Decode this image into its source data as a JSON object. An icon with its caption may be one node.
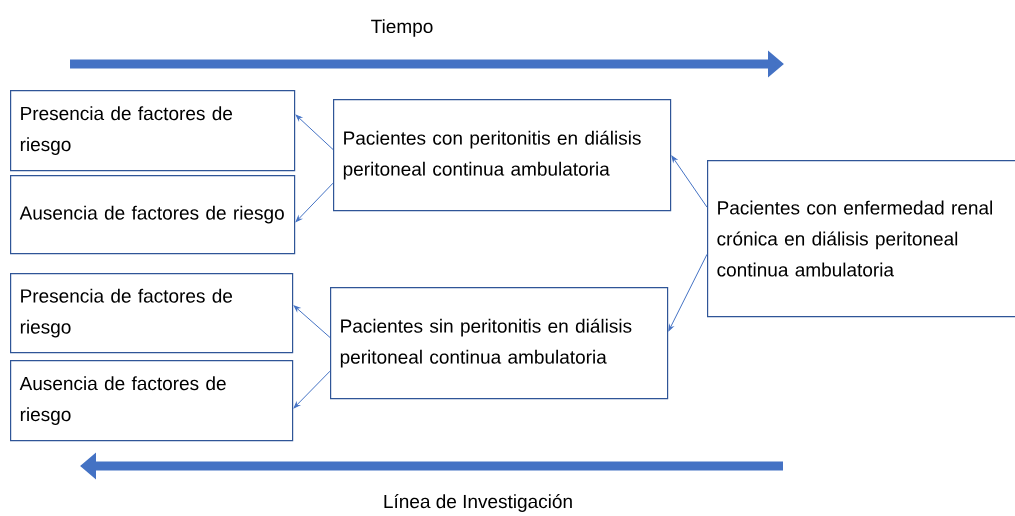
{
  "diagram": {
    "nodes": [
      {
        "text": [
          "Presencia de factores de riesgo"
        ]
      },
      {
        "text": [
          "Ausencia de factores de riesgo"
        ]
      },
      {
        "text": [
          "Pacientes con peritonitis en diálisis peritoneal continua ambulatoria"
        ]
      },
      {
        "text": [
          "Pacientes con enfermedad renal crónica en diálisis peritoneal continua ambulatoria"
        ]
      },
      {
        "text": [
          "Presencia de factores de riesgo"
        ]
      },
      {
        "text": [
          "Ausencia de factores de riesgo"
        ]
      },
      {
        "text": [
          "Pacientes sin peritonitis en diálisis peritoneal continua ambulatoria"
        ]
      }
    ],
    "edges": [
      {
        "from": 3,
        "to": 2,
        "arrow": "to"
      },
      {
        "from": 3,
        "to": 6,
        "arrow": "to"
      },
      {
        "from": 2,
        "to": 0,
        "arrow": "to"
      },
      {
        "from": 2,
        "to": 1,
        "arrow": "to"
      },
      {
        "from": 6,
        "to": 4,
        "arrow": "to"
      },
      {
        "from": 6,
        "to": 5,
        "arrow": "to"
      }
    ],
    "labels": [
      "Tiempo",
      "Línea de Investigación"
    ]
  }
}
